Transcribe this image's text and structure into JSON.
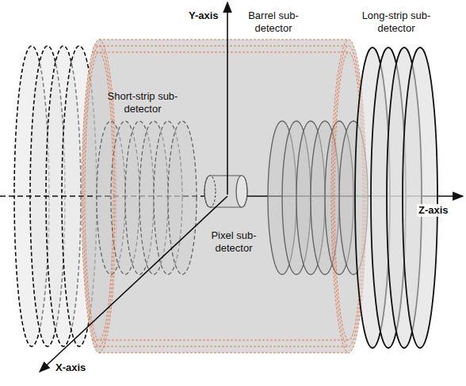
{
  "diagram": {
    "labels": [
      "Y-axis",
      "Barrel sub-detector",
      "Long-strip sub-detector",
      "Short-strip sub-detector",
      "Pixel sub-detector",
      "Z-axis",
      "X-axis"
    ]
  }
}
